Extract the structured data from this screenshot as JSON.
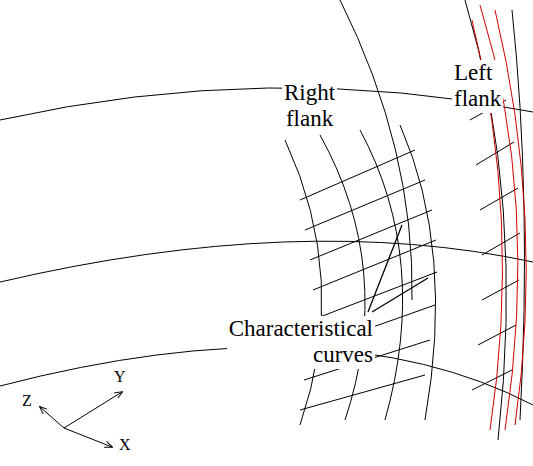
{
  "diagram": {
    "labels": [
      "Right flank",
      "Left flank",
      "Characteristical curves",
      "Z",
      "Y",
      "X"
    ]
  }
}
